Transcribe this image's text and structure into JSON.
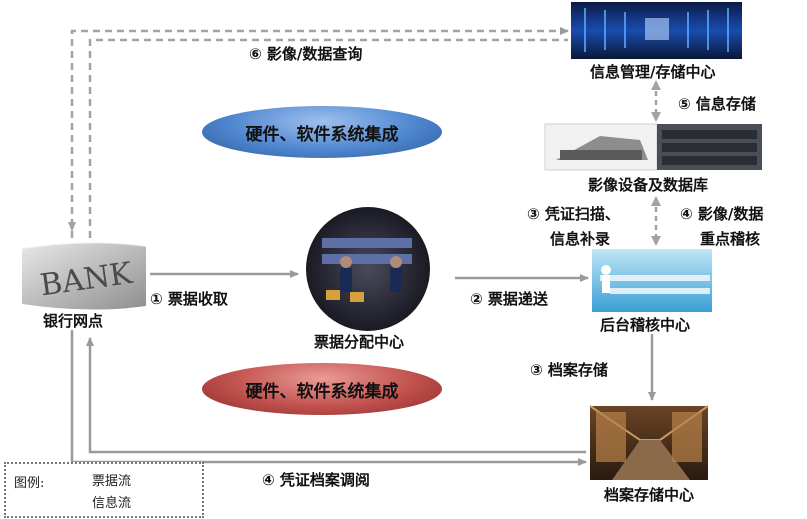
{
  "nodes": {
    "bank": {
      "label": "银行网点",
      "image_text": "BANK"
    },
    "sorting": {
      "label": "票据分配中心"
    },
    "backoffice": {
      "label": "后台稽核中心"
    },
    "datacenter": {
      "label": "信息管理/存储中心"
    },
    "imaging": {
      "label": "影像设备及数据库"
    },
    "archive": {
      "label": "档案存储中心"
    }
  },
  "flows": {
    "f1": "① 票据收取",
    "f2": "② 票据递送",
    "f3_scan_line1": "③ 凭证扫描、",
    "f3_scan_line2": "信息补录",
    "f3_store": "③ 档案存储",
    "f4_check_line1": "④ 影像/数据",
    "f4_check_line2": "重点稽核",
    "f4_retrieve": "④ 凭证档案调阅",
    "f5": "⑤ 信息存储",
    "f6": "⑥ 影像/数据查询"
  },
  "integration": {
    "top": "硬件、软件系统集成",
    "bottom": "硬件、软件系统集成"
  },
  "legend": {
    "title": "图例:",
    "solid": "票据流",
    "dashed": "信息流"
  },
  "colors": {
    "solid_arrow": "#9a9a9a",
    "dashed_arrow": "#a3a3a3",
    "ellipse_top": "#4f86cf",
    "ellipse_bottom": "#c0504d"
  }
}
